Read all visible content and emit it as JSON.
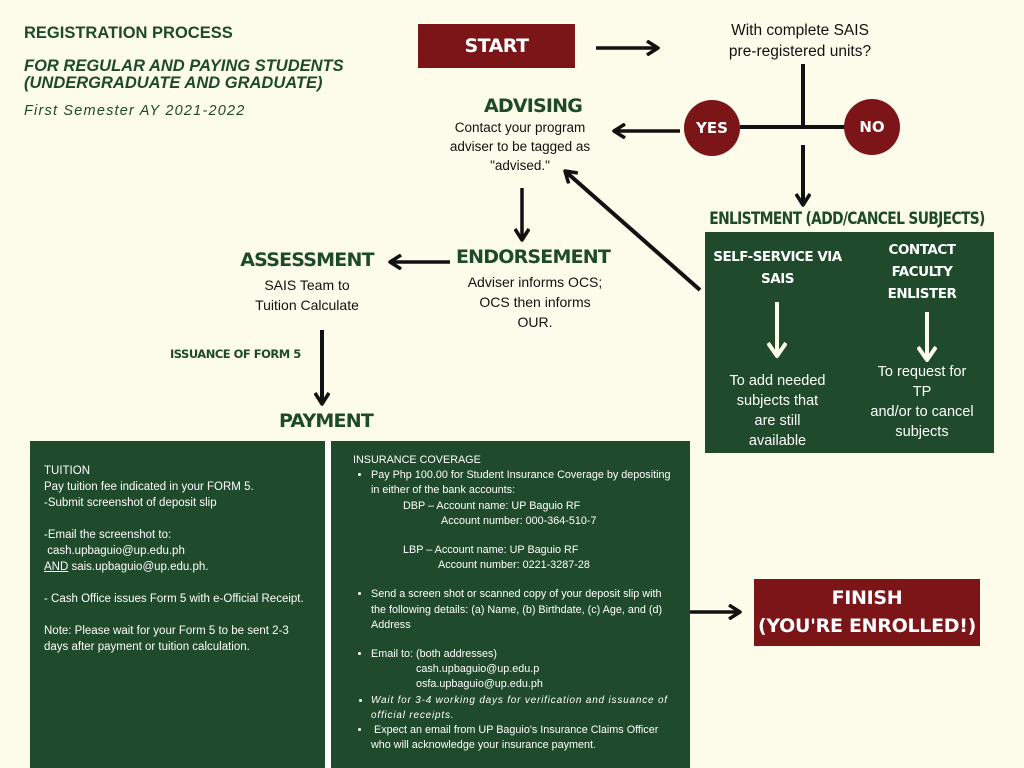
{
  "header": {
    "title": "REGISTRATION PROCESS",
    "subtitle_line1": "FOR REGULAR AND PAYING STUDENTS",
    "subtitle_line2": "(UNDERGRADUATE AND GRADUATE)",
    "semester": "First Semester AY 2021-2022"
  },
  "start": {
    "label": "START"
  },
  "question": {
    "line1": "With complete SAIS",
    "line2": "pre-registered units?"
  },
  "yes": "YES",
  "no": "NO",
  "advising": {
    "title": "ADVISING",
    "lines": [
      "Contact your program",
      "adviser to be tagged as",
      "\"advised.\""
    ]
  },
  "enlistment": {
    "title": "ENLISTMENT (ADD/CANCEL SUBJECTS)",
    "left": {
      "head": [
        "SELF-SERVICE VIA",
        "SAIS"
      ],
      "text": [
        "To add needed",
        "subjects that",
        "are still",
        "available"
      ]
    },
    "right": {
      "head": [
        "CONTACT",
        "FACULTY",
        "ENLISTER"
      ],
      "text": [
        "To request for",
        "TP",
        "and/or to cancel",
        "subjects"
      ]
    }
  },
  "endorsement": {
    "title": "ENDORSEMENT",
    "lines": [
      "Adviser informs OCS;",
      "OCS then informs",
      "OUR."
    ]
  },
  "assessment": {
    "title": "ASSESSMENT",
    "lines": [
      "SAIS Team to",
      "Tuition Calculate"
    ]
  },
  "issuance": "ISSUANCE OF FORM 5",
  "payment": {
    "title": "PAYMENT"
  },
  "tuition": {
    "heading": "TUITION",
    "line1": "Pay tuition fee indicated in your FORM 5.",
    "line2": "-Submit screenshot of deposit slip",
    "line3": "-Email the screenshot to:",
    "email1": " cash.upbaguio@up.edu.ph",
    "and": "AND",
    "email2": " sais.upbaguio@up.edu.ph.",
    "line4": "- Cash Office issues Form 5 with e-Official Receipt.",
    "note": "Note: Please wait for your Form 5 to be sent 2-3 days after payment or tuition calculation."
  },
  "insurance": {
    "heading": "INSURANCE COVERAGE",
    "pay": "Pay Php 100.00 for Student Insurance Coverage by depositing in either of the bank accounts:",
    "dbp_name": "DBP – Account name: UP Baguio RF",
    "dbp_number": "Account number: 000-364-510-7",
    "lbp_name": "LBP – Account name: UP Baguio RF",
    "lbp_number": "Account number: 0221-3287-28",
    "send": "Send a screen shot or scanned copy of your deposit slip with the following details:  (a) Name, (b) Birthdate, (c) Age, and (d) Address",
    "email_to": "Email to: (both addresses)",
    "email1": "cash.upbaguio@up.edu.p",
    "email2": "osfa.upbaguio@up.edu.ph",
    "wait": "Wait for 3-4 working days for verification and issuance of official receipts.",
    "expect": " Expect an email from UP Baguio's Insurance Claims Officer who will acknowledge your insurance payment."
  },
  "finish": {
    "line1": "FINISH",
    "line2": "(YOU'RE ENROLLED!)"
  },
  "colors": {
    "background": "#fdfbea",
    "green": "#1f4a2b",
    "red": "#7b1518"
  }
}
